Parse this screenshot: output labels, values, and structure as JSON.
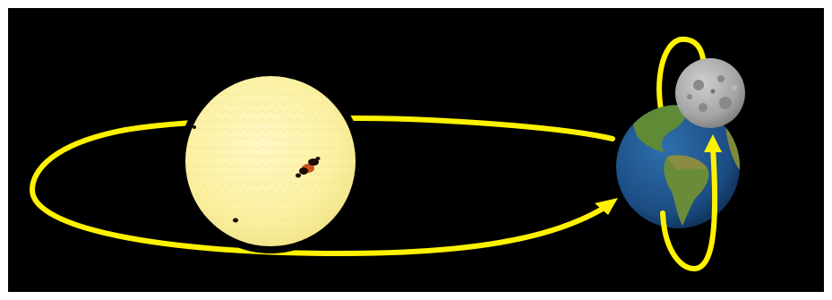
{
  "diagram": {
    "objects": [
      {
        "id": "sun",
        "icon": "sun-icon"
      },
      {
        "id": "earth",
        "icon": "earth-globe-icon"
      },
      {
        "id": "moon",
        "icon": "moon-icon"
      }
    ],
    "orbits": [
      {
        "id": "earth-orbit-around-sun",
        "icon": "orbit-arrow-icon"
      },
      {
        "id": "moon-orbit-around-earth",
        "icon": "orbit-arrow-icon"
      }
    ]
  },
  "colors": {
    "background": "#000000",
    "frame": "#ffffff",
    "orbit": "#fff200",
    "sun": "#fbf3a8",
    "sunspot": "#1a0d05",
    "ocean": "#1d4f86",
    "land": "#4b7a2c",
    "moon": "#a9a9a9"
  }
}
